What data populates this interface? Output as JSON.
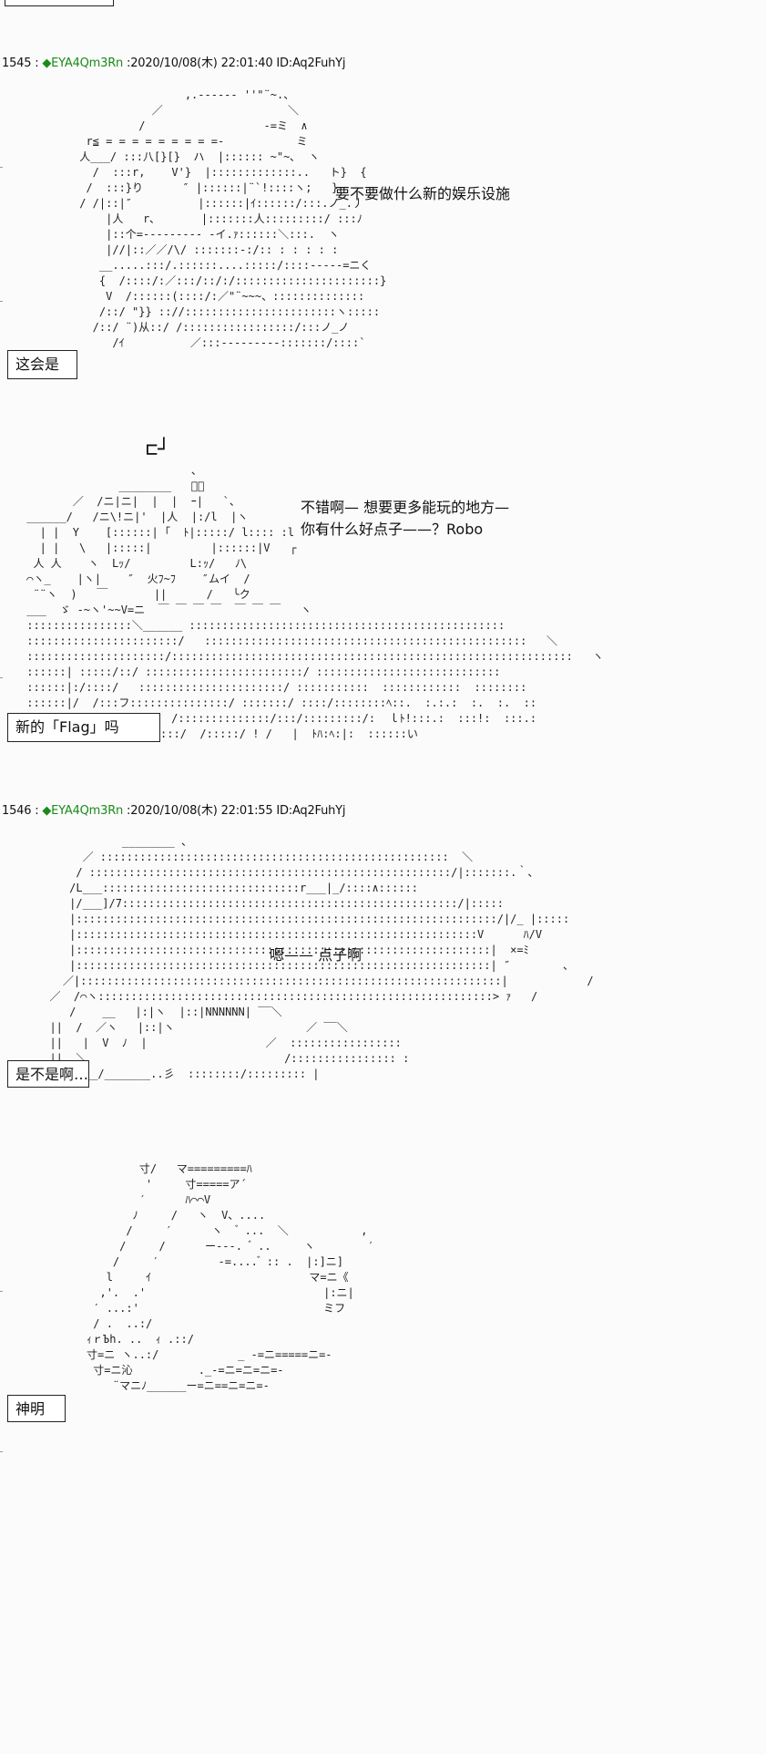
{
  "posts": [
    {
      "number": "1545",
      "sep": " : ",
      "trip": "◆EYA4Qm3Rn",
      "meta": " :2020/10/08(木) 22:01:40 ID:Aq2FuhYj"
    },
    {
      "number": "1546",
      "sep": " : ",
      "trip": "◆EYA4Qm3Rn",
      "meta": " :2020/10/08(木) 22:01:55 ID:Aq2FuhYj"
    }
  ],
  "dialog": {
    "line1": "要不要做什么新的娱乐设施",
    "line2a": "不错啊—  想要更多能玩的地方—",
    "line2b": "你有什么好点子——？Robo",
    "line3": "嗯——  点子啊"
  },
  "captions": {
    "c1": "这会是",
    "c2": "新的「Flag」吗",
    "c3": "是不是啊…",
    "c4": "神明"
  }
}
